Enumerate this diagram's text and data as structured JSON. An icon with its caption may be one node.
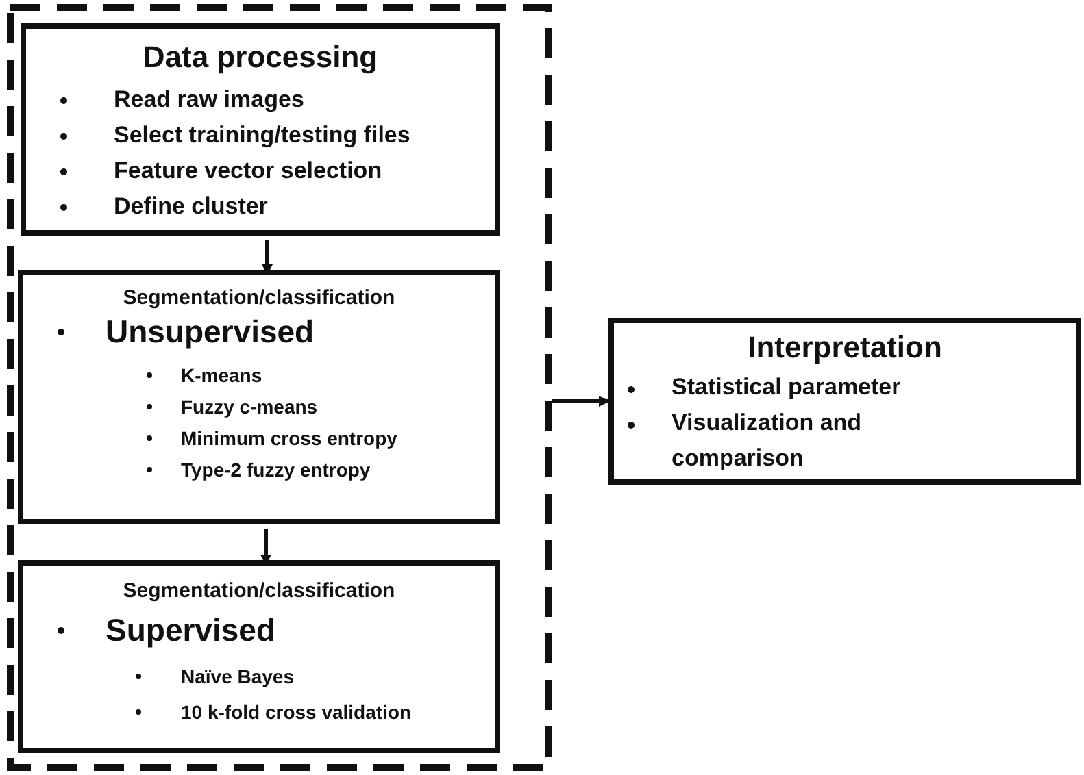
{
  "diagram": {
    "nodes": [
      {
        "text": [],
        "shape": "box"
      },
      {
        "text": [
          "Data processing",
          "Read raw images",
          "Select training/testing files",
          "Feature vector selection",
          "Define cluster"
        ],
        "in": 0
      },
      {
        "text": [
          "Segmentation/classification",
          "Unsupervised",
          "K-means",
          "Fuzzy c-means",
          "Minimum cross entropy",
          "Type-2 fuzzy entropy"
        ],
        "in": 0
      },
      {
        "text": [
          "Segmentation/classification",
          "Supervised",
          "Naïve Bayes",
          "10 k-fold cross validation"
        ],
        "in": 0
      },
      {
        "text": [
          "Interpretation",
          "Statistical parameter",
          "Visualization and comparison"
        ]
      }
    ],
    "edges": [
      {
        "from": 1,
        "to": 2,
        "arrow": "to"
      },
      {
        "from": 2,
        "to": 3,
        "arrow": "to"
      },
      {
        "from": 0,
        "to": 4,
        "arrow": "to"
      }
    ]
  }
}
